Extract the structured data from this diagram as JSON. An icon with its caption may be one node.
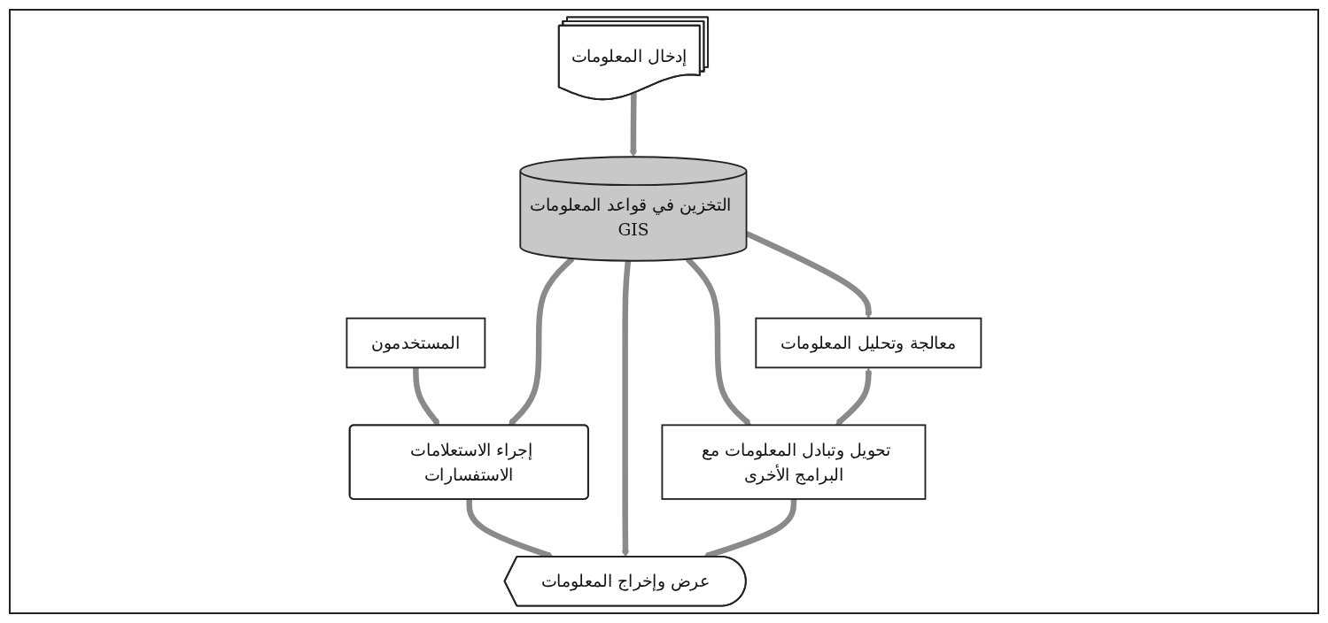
{
  "diagram": {
    "nodes": [
      {
        "text": [
          "المستخدمون"
        ]
      },
      {
        "text": [
          "إدخال المعلومات"
        ]
      },
      {
        "text": [
          "إجراء الاستعلامات الاستفسارات"
        ]
      },
      {
        "text": [
          "التخزين في قواعد المعلومات GIS"
        ]
      },
      {
        "text": [
          "معالجة وتحليل المعلومات"
        ]
      },
      {
        "text": [
          "عرض وإخراج المعلومات"
        ]
      },
      {
        "text": [
          "تحويل وتبادل المعلومات مع البرامج الأخرى"
        ]
      }
    ],
    "edges": [
      {
        "from": 0,
        "to": 2,
        "arrow": "to"
      },
      {
        "from": 1,
        "to": 3,
        "arrow": "to"
      },
      {
        "from": 3,
        "to": 2,
        "arrow": "to"
      },
      {
        "from": 3,
        "to": 4,
        "arrow": "to"
      },
      {
        "from": 2,
        "to": 5,
        "arrow": "to"
      },
      {
        "from": 3,
        "to": 5,
        "arrow": "to"
      },
      {
        "from": 3,
        "to": 6,
        "arrow": "to"
      },
      {
        "from": 4,
        "to": 6,
        "arrow": "both"
      },
      {
        "from": 6,
        "to": 5,
        "arrow": "to"
      }
    ]
  }
}
